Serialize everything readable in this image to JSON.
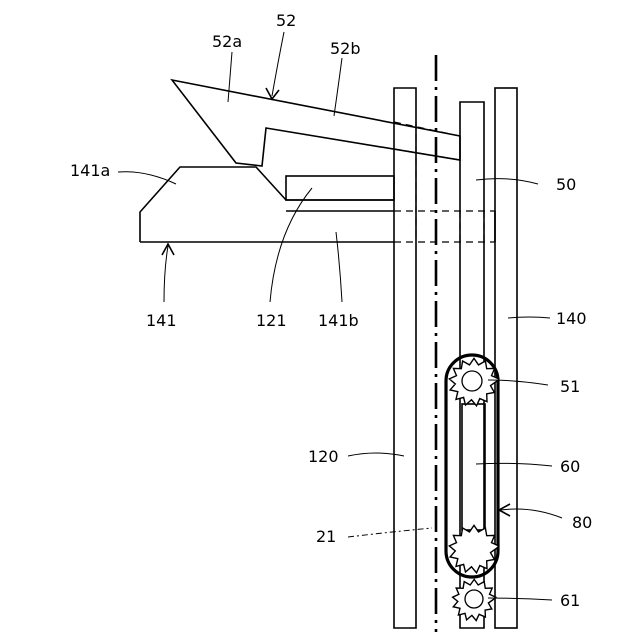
{
  "labels": {
    "l52": "52",
    "l52a": "52a",
    "l52b": "52b",
    "l141a": "141a",
    "l50": "50",
    "l141": "141",
    "l121": "121",
    "l141b": "141b",
    "l140": "140",
    "l51": "51",
    "l120": "120",
    "l60": "60",
    "l80": "80",
    "l21": "21",
    "l61": "61"
  }
}
